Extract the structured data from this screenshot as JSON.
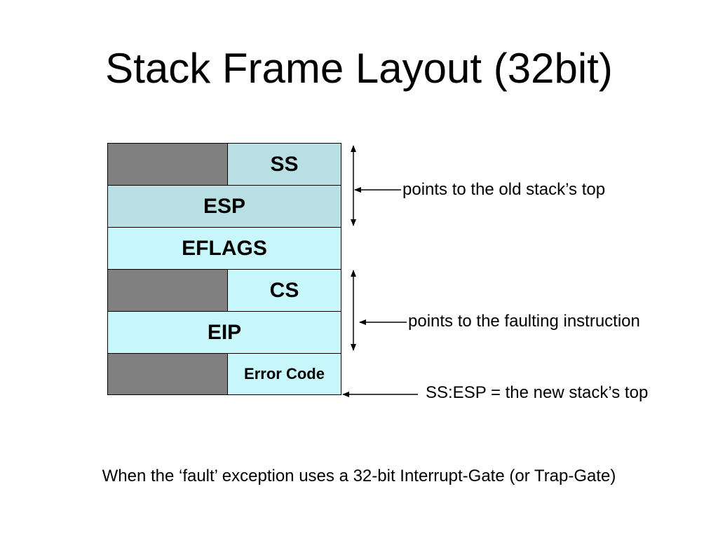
{
  "slide": {
    "title": "Stack Frame Layout (32bit)",
    "caption": "When the ‘fault’ exception uses a 32-bit Interrupt-Gate (or Trap-Gate)"
  },
  "stack": {
    "ss": "SS",
    "esp": "ESP",
    "eflags": "EFLAGS",
    "cs": "CS",
    "eip": "EIP",
    "error_code": "Error Code"
  },
  "annotations": {
    "old_stack_top": "points to the old stack’s top",
    "faulting_instruction": "points to the faulting instruction",
    "new_stack_top": "SS:ESP = the new stack’s top"
  },
  "colors": {
    "padding_gray": "#808080",
    "old_frame_blue": "#b8dfe3",
    "new_frame_blue": "#c8f7fb"
  }
}
